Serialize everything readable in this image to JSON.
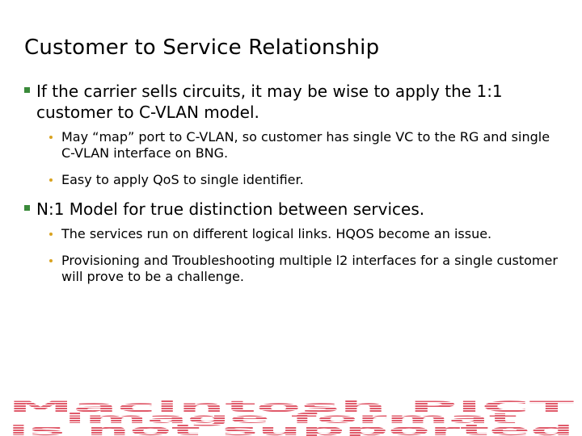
{
  "slide": {
    "title": "Customer to Service Relationship",
    "bullets": [
      {
        "text": "If the carrier sells circuits, it may be wise to apply the 1:1 customer to C-VLAN model.",
        "sub": [
          "May “map” port to C-VLAN, so customer has single VC to the RG and single C-VLAN interface on BNG.",
          "Easy to apply QoS to single identifier."
        ]
      },
      {
        "text": "N:1 Model for true distinction between services.",
        "sub": [
          "The services run on different logical links. HQOS become an issue.",
          "Provisioning and Troubleshooting multiple l2 interfaces for a single customer will prove to be a challenge."
        ]
      }
    ]
  },
  "placeholder_image": {
    "lines": [
      "Macintosh PICT",
      "image format",
      "is not supported"
    ],
    "color": "#e05a6a"
  },
  "colors": {
    "level1_bullet": "#3a8a3a",
    "level2_bullet": "#d9a320"
  }
}
